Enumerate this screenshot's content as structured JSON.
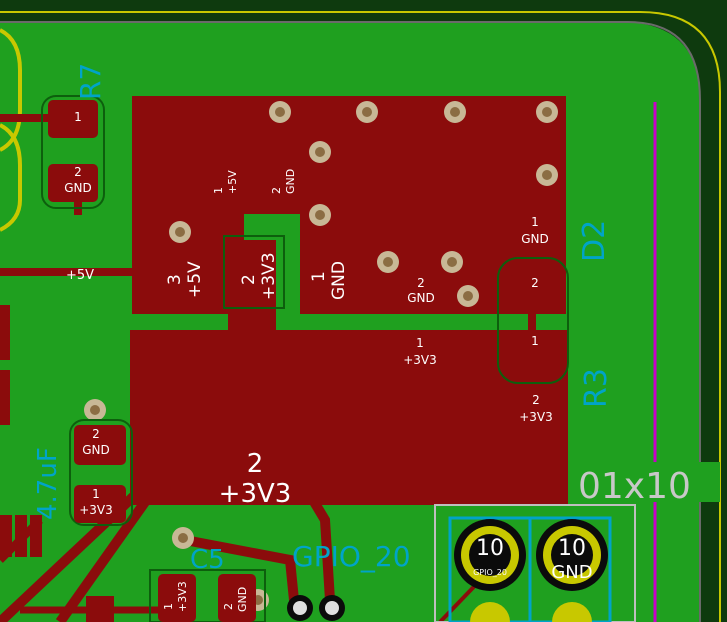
{
  "colors": {
    "copper_fill": "#1fa01f",
    "copper_dark": "#0d5f0d",
    "pad": "#8b0c0c",
    "trace": "#8b0c0c",
    "silkscreen": "#00a4c8",
    "edge": "#c8c800",
    "keepout": "#c800c8",
    "outline": "#bfbfbf"
  },
  "silkscreen": {
    "r7": "R7",
    "d2": "D2",
    "r3": "R3",
    "cap_value": "4.7uF",
    "c5": "C5",
    "gpio20": "GPIO_20",
    "conn_size": "01x10"
  },
  "pads": {
    "r7_pad1_num": "1",
    "r7_pad2_num": "2",
    "r7_pad2_net": "GND",
    "reg_pin1_num": "1",
    "reg_pin1_net": "+5V",
    "reg_pin2_num": "2",
    "reg_pin2_net": "GND",
    "reg_pin3_num": "3",
    "reg_pin3_net": "+5V",
    "reg_pad2_num": "2",
    "reg_pad2_net": "+3V3",
    "reg_pad1_num": "1",
    "reg_pad1_net": "GND",
    "tab_gnd_num": "2",
    "tab_gnd_net": "GND",
    "d2_pad1_num": "1",
    "d2_pad1_net": "GND",
    "d2_pad2_num": "2",
    "r3_pad1_num": "1",
    "r3_net1_num": "1",
    "r3_net1": "+3V3",
    "r3_net2_num": "2",
    "r3_net2": "+3V3",
    "big_num": "2",
    "big_net": "+3V3",
    "cap_pad2_num": "2",
    "cap_pad2_net": "GND",
    "cap_pad1_num": "1",
    "cap_pad1_net": "+3V3",
    "c5_pad1_num": "1",
    "c5_pad1_net": "+3V3",
    "c5_pad2_num": "2",
    "c5_pad2_net": "GND",
    "pin10a_num": "10",
    "pin10a_net": "GPIO_20",
    "pin10b_num": "10",
    "pin10b_net": "GND",
    "trace_5v": "+5V"
  }
}
